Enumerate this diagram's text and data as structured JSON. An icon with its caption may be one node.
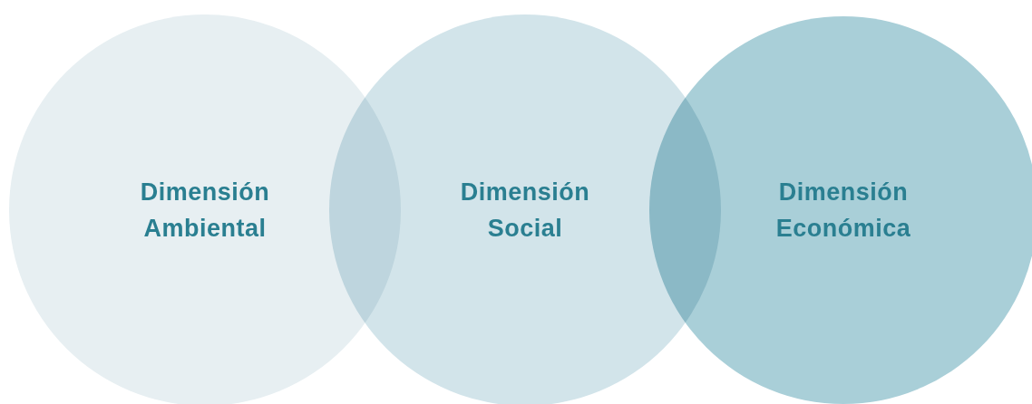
{
  "diagram": {
    "nodes": [
      {
        "text": [
          "Dimensión Ambiental"
        ]
      },
      {
        "text": [
          "Dimensión Social"
        ]
      },
      {
        "text": [
          "Dimensión Económica"
        ]
      }
    ]
  }
}
